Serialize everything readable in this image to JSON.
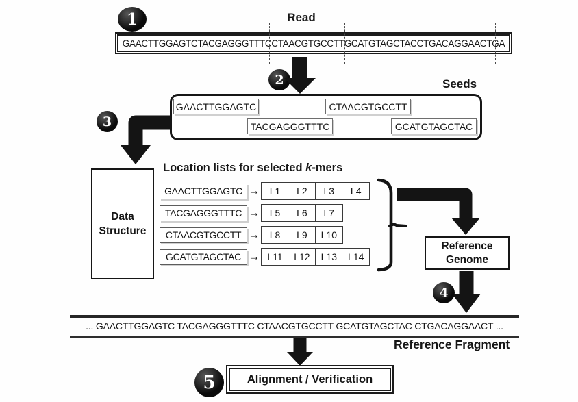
{
  "read": {
    "title": "Read",
    "sequence": "GAACTTGGAGTCTACGAGGGTTTCCTAACGTGCCTTGCATGTAGCTACCTGACAGGAACTGA"
  },
  "steps": {
    "s1": "1",
    "s2": "2",
    "s3": "3",
    "s4": "4",
    "s5": "5"
  },
  "seeds": {
    "label": "Seeds",
    "items": [
      "GAACTTGGAGTC",
      "CTAACGTGCCTT",
      "TACGAGGGTTTC",
      "GCATGTAGCTAC"
    ]
  },
  "data_structure": {
    "line1": "Data",
    "line2": "Structure"
  },
  "location_lists": {
    "heading_prefix": "Location lists for selected ",
    "heading_k": "k",
    "heading_suffix": "-mers",
    "arrow": "→",
    "rows": [
      {
        "kmer": "GAACTTGGAGTC",
        "locations": [
          "L1",
          "L2",
          "L3",
          "L4"
        ]
      },
      {
        "kmer": "TACGAGGGTTTC",
        "locations": [
          "L5",
          "L6",
          "L7"
        ]
      },
      {
        "kmer": "CTAACGTGCCTT",
        "locations": [
          "L8",
          "L9",
          "L10"
        ]
      },
      {
        "kmer": "GCATGTAGCTAC",
        "locations": [
          "L11",
          "L12",
          "L13",
          "L14"
        ]
      }
    ]
  },
  "reference_genome": {
    "line1": "Reference",
    "line2": "Genome"
  },
  "reference_fragment": {
    "sequence": "... GAACTTGGAGTC TACGAGGGTTTC CTAACGTGCCTT GCATGTAGCTAC CTGACAGGAACT ...",
    "label": "Reference Fragment"
  },
  "alignment": {
    "label": "Alignment / Verification"
  },
  "colors": {
    "ink": "#161616",
    "arrow": "#141414",
    "background": "#fefefe"
  }
}
